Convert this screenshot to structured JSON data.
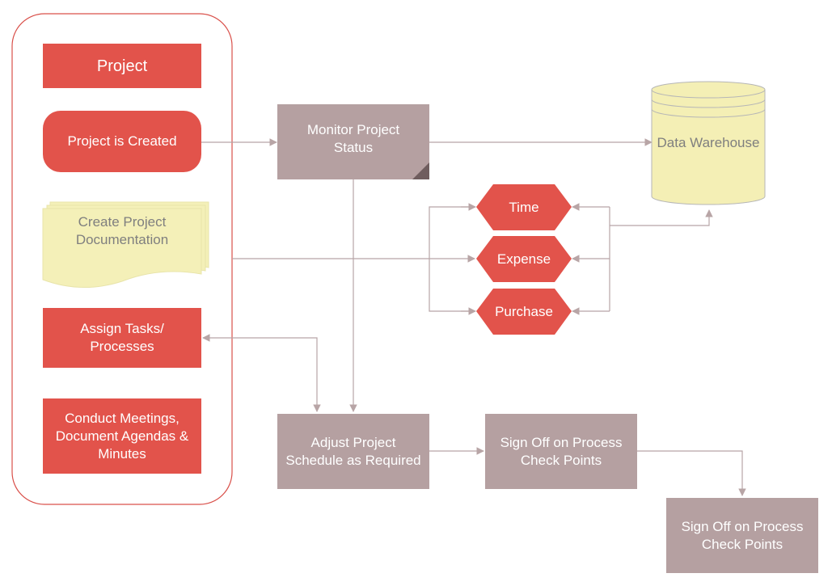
{
  "diagram": {
    "swimlane": {
      "project": "Project",
      "project_created": "Project is Created",
      "create_documentation": "Create Project\nDocumentation",
      "assign_tasks": "Assign Tasks/\nProcesses",
      "conduct_meetings": "Conduct Meetings,\nDocument Agendas &\nMinutes"
    },
    "monitor_status": "Monitor Project\nStatus",
    "data_warehouse": "Data Warehouse",
    "hexagons": {
      "time": "Time",
      "expense": "Expense",
      "purchase": "Purchase"
    },
    "adjust_schedule": "Adjust Project\nSchedule as Required",
    "sign_off_1": "Sign Off on Process\nCheck Points",
    "sign_off_2": "Sign Off on Process\nCheck Points"
  },
  "colors": {
    "red": "#e2534b",
    "mauve": "#b5a0a1",
    "cream": "#f4f0b8",
    "cylinder": "#f4efb5",
    "outline": "#d9504a",
    "connector": "#b8a5a6"
  }
}
